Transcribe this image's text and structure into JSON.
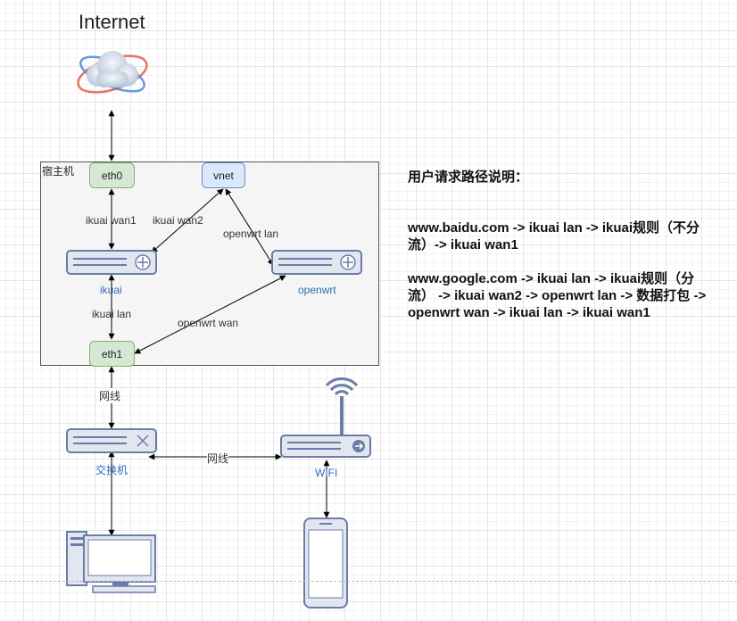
{
  "title": "Internet",
  "host": {
    "label": "宿主机"
  },
  "nodes": {
    "eth0": "eth0",
    "vnet": "vnet",
    "eth1": "eth1"
  },
  "devices": {
    "ikuai": "ikuai",
    "openwrt": "openwrt",
    "switch": "交换机",
    "wifi": "WIFI"
  },
  "edges": {
    "ikuai_wan1": "ikuai wan1",
    "ikuai_wan2": "ikuai wan2",
    "openwrt_lan": "openwrt lan",
    "ikuai_lan": "ikuai lan",
    "openwrt_wan": "openwrt wan",
    "cable_1": "网线",
    "cable_2": "网线"
  },
  "description": {
    "heading": "用户请求路径说明：",
    "path_baidu": "www.baidu.com -> ikuai lan -> ikuai规则（不分流）-> ikuai wan1",
    "path_google": "www.google.com -> ikuai lan -> ikuai规则（分流） -> ikuai wan2 -> openwrt lan -> 数据打包 -> openwrt wan -> ikuai lan -> ikuai wan1"
  },
  "colors": {
    "green_fill": "#d5e8d4",
    "green_stroke": "#82b366",
    "blue_fill": "#dae8fc",
    "blue_stroke": "#6c8ebf",
    "device_stroke": "#6b7ca8",
    "device_label": "#2f6db5"
  }
}
